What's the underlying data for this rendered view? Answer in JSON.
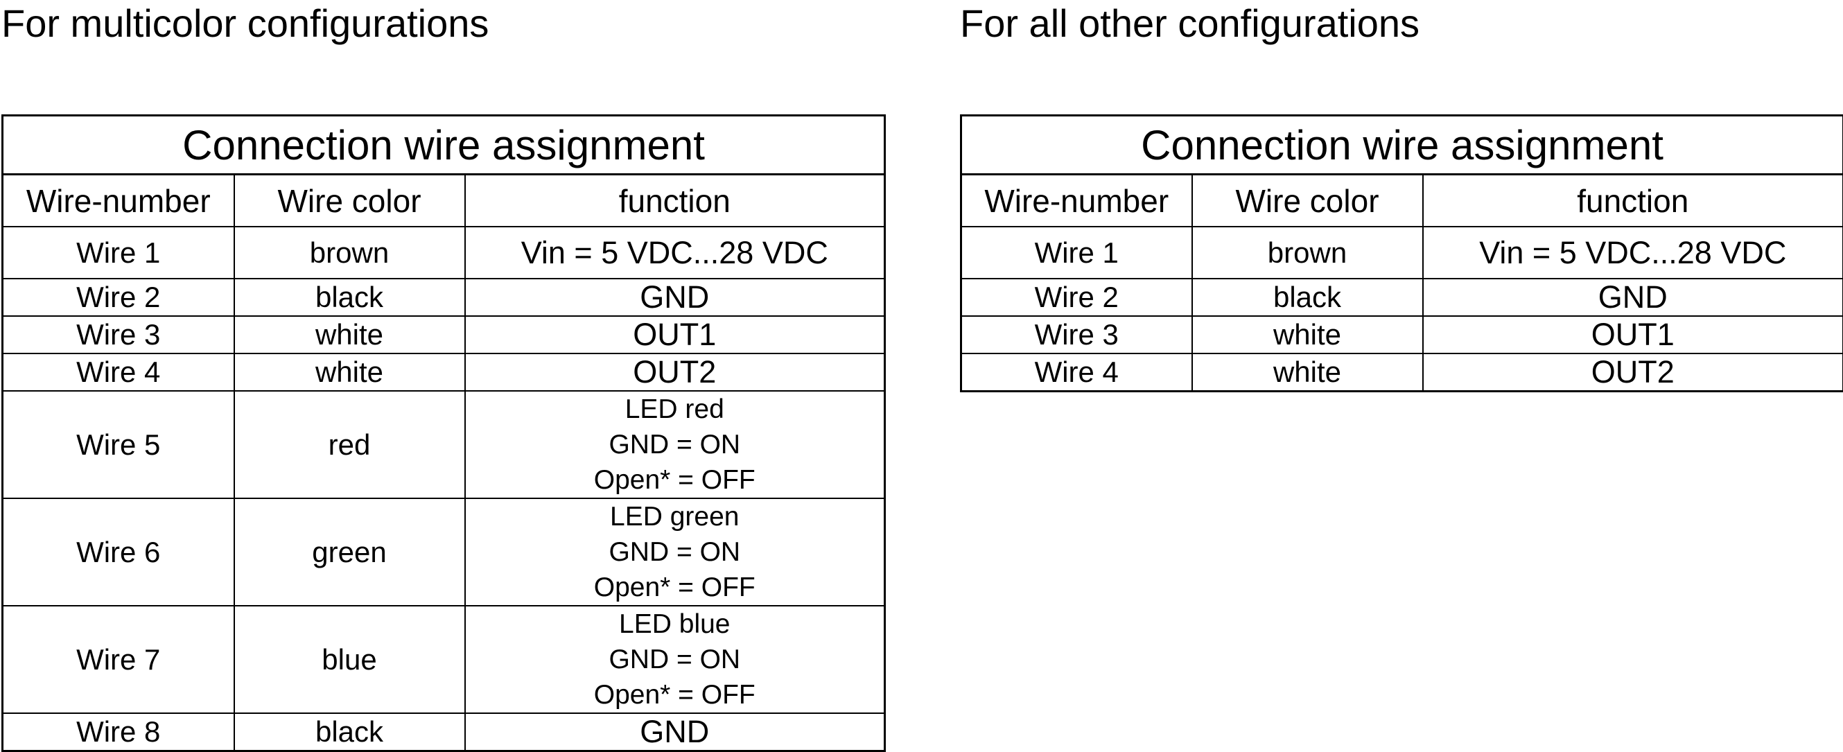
{
  "left": {
    "heading": "For multicolor configurations",
    "table": {
      "caption": "Connection wire assignment",
      "headers": {
        "wire_number": "Wire-number",
        "wire_color": "Wire color",
        "function": "function"
      },
      "rows": [
        {
          "wire": "Wire 1",
          "color": "brown",
          "function": [
            "Vin = 5 VDC...28 VDC"
          ]
        },
        {
          "wire": "Wire 2",
          "color": "black",
          "function": [
            "GND"
          ]
        },
        {
          "wire": "Wire 3",
          "color": "white",
          "function": [
            "OUT1"
          ]
        },
        {
          "wire": "Wire 4",
          "color": "white",
          "function": [
            "OUT2"
          ]
        },
        {
          "wire": "Wire 5",
          "color": "red",
          "function": [
            "LED red",
            "GND = ON",
            "Open* = OFF"
          ]
        },
        {
          "wire": "Wire 6",
          "color": "green",
          "function": [
            "LED green",
            "GND = ON",
            "Open* = OFF"
          ]
        },
        {
          "wire": "Wire 7",
          "color": "blue",
          "function": [
            "LED blue",
            "GND = ON",
            "Open* = OFF"
          ]
        },
        {
          "wire": "Wire 8",
          "color": "black",
          "function": [
            "GND"
          ]
        }
      ]
    }
  },
  "right": {
    "heading": "For all other configurations",
    "table": {
      "caption": "Connection wire assignment",
      "headers": {
        "wire_number": "Wire-number",
        "wire_color": "Wire color",
        "function": "function"
      },
      "rows": [
        {
          "wire": "Wire 1",
          "color": "brown",
          "function": [
            "Vin = 5 VDC...28 VDC"
          ]
        },
        {
          "wire": "Wire 2",
          "color": "black",
          "function": [
            "GND"
          ]
        },
        {
          "wire": "Wire 3",
          "color": "white",
          "function": [
            "OUT1"
          ]
        },
        {
          "wire": "Wire 4",
          "color": "white",
          "function": [
            "OUT2"
          ]
        }
      ]
    }
  }
}
